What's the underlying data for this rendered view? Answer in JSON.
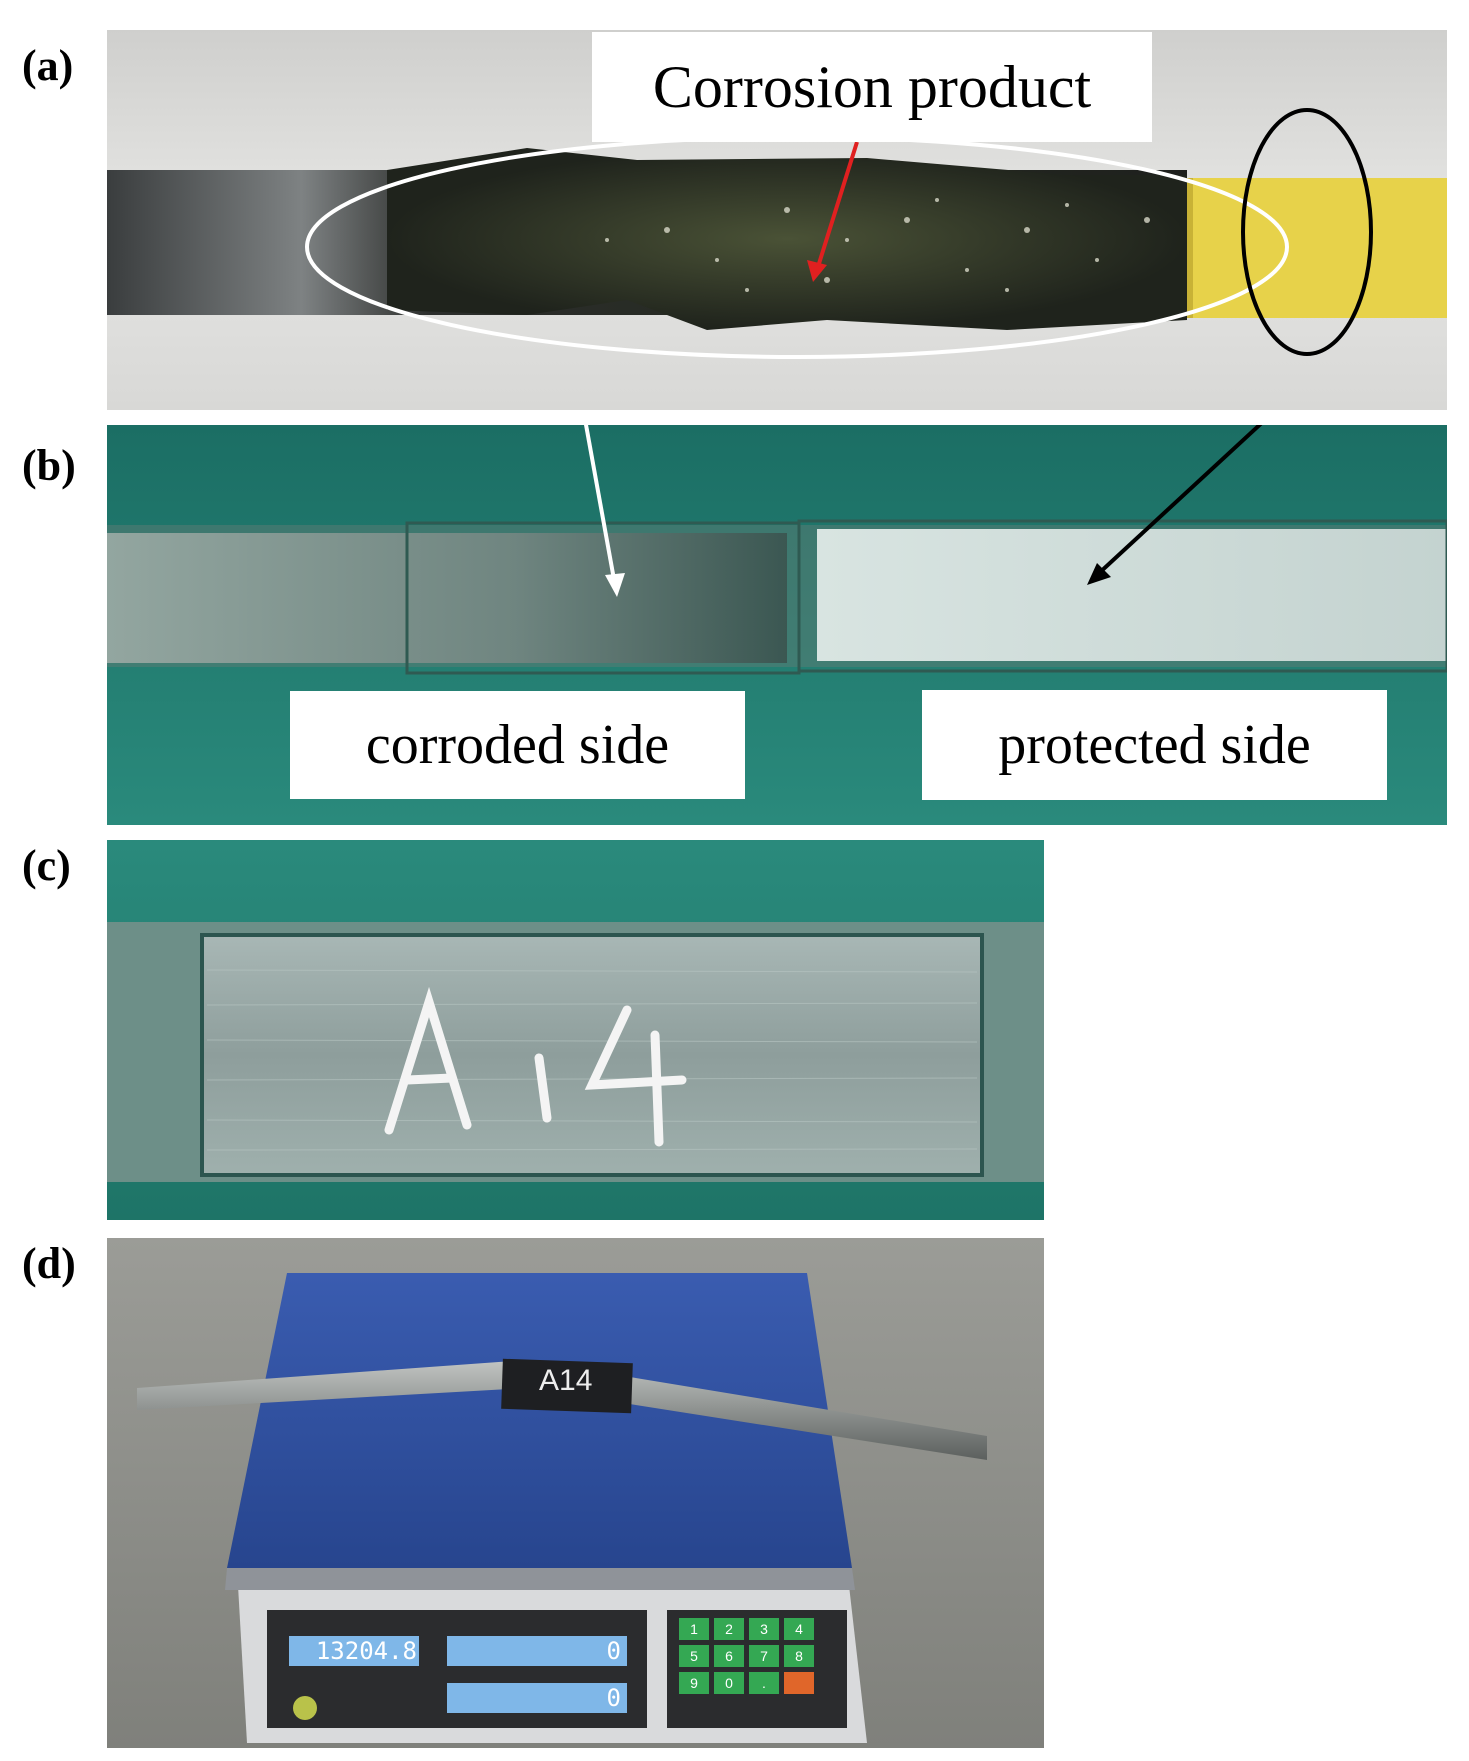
{
  "panels": {
    "a": {
      "label": "(a)",
      "callout": "Corrosion product"
    },
    "b": {
      "label": "(b)",
      "callouts": [
        "corroded side",
        "protected side"
      ]
    },
    "c": {
      "label": "(c)",
      "specimen_mark": "A14"
    },
    "d": {
      "label": "(d)",
      "specimen_mark": "A14",
      "scale_reading": "13204.8",
      "readout_2": "0",
      "readout_3": "0",
      "keypad": [
        "1",
        "2",
        "3",
        "4",
        "5",
        "6",
        "7",
        "8",
        "9",
        "0",
        "."
      ]
    }
  },
  "colors": {
    "teal_background": "#1f7a6e",
    "yellow_tape": "#e7d24a",
    "scale_blue": "#2f4fa0",
    "arrow_red": "#e02020"
  },
  "icons": [
    "white-ellipse-annotation",
    "black-ellipse-annotation",
    "red-arrow",
    "white-arrow",
    "black-arrow"
  ]
}
